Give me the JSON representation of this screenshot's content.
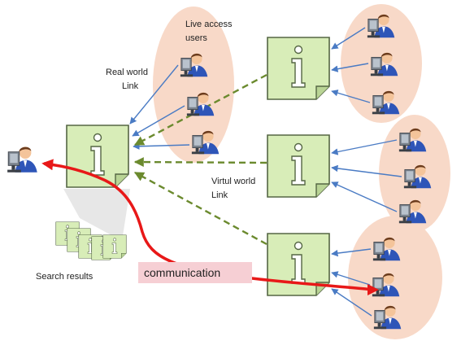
{
  "labels": {
    "live_access_users": [
      "Live access",
      "users"
    ],
    "real_world_link": [
      "Real world",
      "Link"
    ],
    "virtual_world_link": [
      "Virtul world",
      "Link"
    ],
    "search_results": "Search results",
    "communication": "communication"
  },
  "icons": {
    "info_document": "info-document-icon",
    "user_at_computer": "user-at-computer-icon"
  },
  "colors": {
    "user_group_bg": "#f8d9c8",
    "document_fill": "#d8edb8",
    "document_stroke": "#556644",
    "real_link": "#4a7bc4",
    "virtual_link": "#6b8a2e",
    "communication_arrow": "#e81818",
    "communication_label_bg": "#f6cfd4"
  }
}
